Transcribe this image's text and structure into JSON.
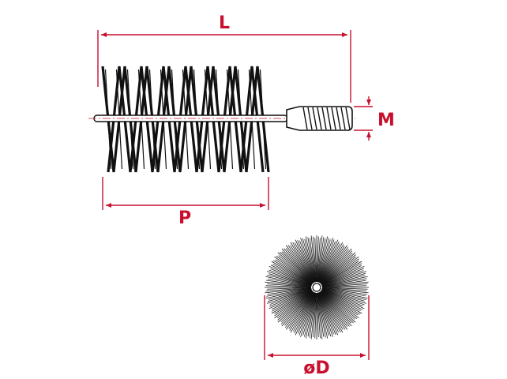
{
  "labels": {
    "length": "L",
    "thread": "M",
    "brush_length": "P",
    "diameter": "øD"
  },
  "colors": {
    "dimension": "#c8102e",
    "drawing": "#111111",
    "background": "#ffffff"
  }
}
